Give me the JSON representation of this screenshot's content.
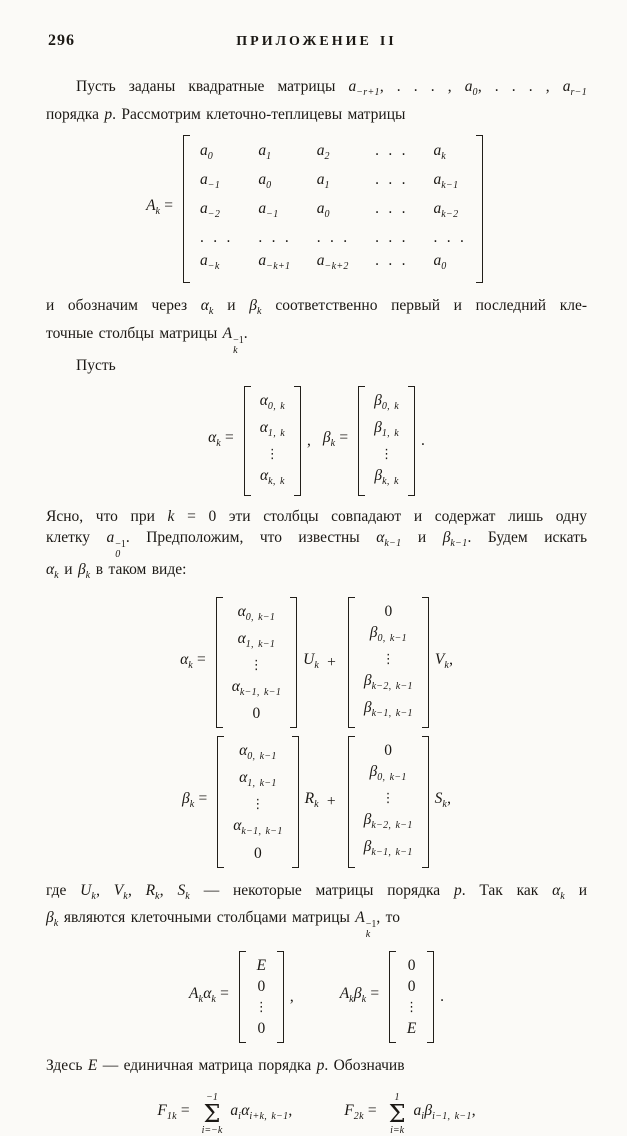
{
  "page": {
    "number": "296",
    "header": "ПРИЛОЖЕНИЕ II"
  },
  "p1": {
    "l1": {
      "t1": "Пусть заданы квадратные матрицы ",
      "v1b": "a",
      "v1s": "−r+1",
      "sep1": ", . . . , ",
      "v2b": "a",
      "v2s": "0",
      "sep2": ", . . . , ",
      "v3b": "a",
      "v3s": "r−1"
    },
    "l2": {
      "t1": "порядка ",
      "pb": "p",
      "t2": ". Рассмотрим клеточно-теплицевы матрицы"
    }
  },
  "dispA": {
    "lhsb": "A",
    "lhss": "k",
    "eq": "=",
    "r0": [
      {
        "b": "a",
        "s": "0"
      },
      {
        "b": "a",
        "s": "1"
      },
      {
        "b": "a",
        "s": "2"
      },
      {
        "d": ". . ."
      },
      {
        "b": "a",
        "s": "k"
      }
    ],
    "r1": [
      {
        "b": "a",
        "s": "−1"
      },
      {
        "b": "a",
        "s": "0"
      },
      {
        "b": "a",
        "s": "1"
      },
      {
        "d": ". . ."
      },
      {
        "b": "a",
        "s": "k−1"
      }
    ],
    "r2": [
      {
        "b": "a",
        "s": "−2"
      },
      {
        "b": "a",
        "s": "−1"
      },
      {
        "b": "a",
        "s": "0"
      },
      {
        "d": ". . ."
      },
      {
        "b": "a",
        "s": "k−2"
      }
    ],
    "r3": [
      {
        "d": ". . ."
      },
      {
        "d": ". . ."
      },
      {
        "d": ". . ."
      },
      {
        "d": ". . ."
      },
      {
        "d": ". . ."
      }
    ],
    "r4": [
      {
        "b": "a",
        "s": "−k"
      },
      {
        "b": "a",
        "s": "−k+1"
      },
      {
        "b": "a",
        "s": "−k+2"
      },
      {
        "d": ". . ."
      },
      {
        "b": "a",
        "s": "0"
      }
    ]
  },
  "p2": {
    "l1": {
      "t1": "и обозначим через ",
      "ab": "α",
      "as": "k",
      "t2": " и ",
      "bb": "β",
      "bs": "k",
      "t3": " соответственно первый и последний кле-"
    },
    "l2": {
      "t1": "точные столбцы матрицы ",
      "Ab": "A",
      "Asup": "−1",
      "Asub": "k",
      "t2": "."
    },
    "l3": "Пусть"
  },
  "dispAB": {
    "alb": "α",
    "als": "k",
    "eq": "=",
    "avec": [
      {
        "b": "α",
        "s": "0, k"
      },
      {
        "b": "α",
        "s": "1, k"
      },
      {
        "d": "⋮"
      },
      {
        "b": "α",
        "s": "k, k"
      }
    ],
    "sep": ",",
    "blb": "β",
    "bls": "k",
    "bvec": [
      {
        "b": "β",
        "s": "0, k"
      },
      {
        "b": "β",
        "s": "1, k"
      },
      {
        "d": "⋮"
      },
      {
        "b": "β",
        "s": "k, k"
      }
    ],
    "end": "."
  },
  "p3": {
    "l1": {
      "t1": "Ясно, что при ",
      "kb": "k",
      "t2": " = 0 эти столбцы совпадают и содержат лишь одну"
    },
    "l2": {
      "t1": "клетку ",
      "ab": "a",
      "asup": "−1",
      "asub": "0",
      "t2": ". Предположим, что известны ",
      "g1b": "α",
      "g1s": "k−1",
      "t3": " и ",
      "g2b": "β",
      "g2s": "k−1",
      "t4": ". Будем искать"
    },
    "l3": {
      "ab": "α",
      "as": "k",
      "t1": " и ",
      "bb": "β",
      "bs": "k",
      "t2": " в таком виде:"
    }
  },
  "vecAlpha": [
    {
      "b": "α",
      "s": "0, k−1"
    },
    {
      "b": "α",
      "s": "1, k−1"
    },
    {
      "d": "⋮"
    },
    {
      "b": "α",
      "s": "k−1, k−1"
    },
    {
      "t": "0"
    }
  ],
  "vecBeta": [
    {
      "t": "0"
    },
    {
      "b": "β",
      "s": "0, k−1"
    },
    {
      "d": "⋮"
    },
    {
      "b": "β",
      "s": "k−2, k−1"
    },
    {
      "b": "β",
      "s": "k−1, k−1"
    }
  ],
  "dispU": {
    "lhsb": "α",
    "lhss": "k",
    "eq": "=",
    "m1b": "U",
    "m1s": "k",
    "plus": "+",
    "m2b": "V",
    "m2s": "k",
    "end": ","
  },
  "dispR": {
    "lhsb": "β",
    "lhss": "k",
    "eq": "=",
    "m1b": "R",
    "m1s": "k",
    "plus": "+",
    "m2b": "S",
    "m2s": "k",
    "end": ","
  },
  "p4": {
    "l1": {
      "t1": "где ",
      "Ub": "U",
      "Us": "k",
      "c1": ", ",
      "Vb": "V",
      "Vs": "k",
      "c2": ", ",
      "Rb": "R",
      "Rs": "k",
      "c3": ", ",
      "Sb": "S",
      "Ss": "k",
      "t2": " — некоторые матрицы порядка ",
      "pb": "p",
      "t3": ". Так как ",
      "alb": "α",
      "als": "k",
      "t4": " и"
    },
    "l2": {
      "bb": "β",
      "bs": "k",
      "t1": " являются клеточными столбцами матрицы ",
      "Ab": "A",
      "Asup": "−1",
      "Asub": "k",
      "t2": ", то"
    }
  },
  "dispE": {
    "A1b": "A",
    "A1s": "k",
    "x1b": "α",
    "x1s": "k",
    "eq1": "=",
    "vec1": [
      {
        "t": "E"
      },
      {
        "t": "0"
      },
      {
        "d": "⋮"
      },
      {
        "t": "0"
      }
    ],
    "sep": ",",
    "A2b": "A",
    "A2s": "k",
    "x2b": "β",
    "x2s": "k",
    "eq2": "=",
    "vec2": [
      {
        "t": "0"
      },
      {
        "t": "0"
      },
      {
        "d": "⋮"
      },
      {
        "t": "E"
      }
    ],
    "end": "."
  },
  "p5": {
    "t1": "Здесь ",
    "Eb": "E",
    "t2": " — единичная матрица порядка ",
    "pb": "p",
    "t3": ". Обозначив"
  },
  "dispF": {
    "f1b": "F",
    "f1s": "1k",
    "eq1": "=",
    "up1": "−1",
    "sig1": "Σ",
    "lo1": "i=−k",
    "a1b": "a",
    "a1s": "i",
    "x1b": "α",
    "x1s": "i+k, k−1",
    "sep": ",",
    "f2b": "F",
    "f2s": "2k",
    "eq2": "=",
    "up2": "1",
    "sig2": "Σ",
    "lo2": "i=k",
    "a2b": "a",
    "a2s": "i",
    "x2b": "β",
    "x2s": "i−1, k−1",
    "end": ","
  }
}
